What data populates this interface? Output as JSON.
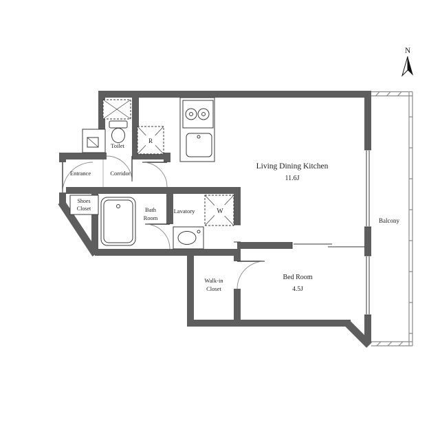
{
  "compass": {
    "north_label": "N"
  },
  "rooms": {
    "ldk": {
      "name": "Living Dining Kitchen",
      "size": "11.6J"
    },
    "bedroom": {
      "name": "Bed Room",
      "size": "4.5J"
    },
    "balcony": {
      "name": "Balcony"
    },
    "toilet": {
      "name": "Toilet"
    },
    "entrance": {
      "name": "Entrance"
    },
    "corridor": {
      "name": "Corridor"
    },
    "shoes_closet": {
      "name_line1": "Shoes",
      "name_line2": "Closet"
    },
    "bath_room": {
      "name_line1": "Bath",
      "name_line2": "Room"
    },
    "lavatory": {
      "name": "Lavatory"
    },
    "walk_in_closet": {
      "name_line1": "Walk-in",
      "name_line2": "Closet"
    }
  },
  "appliances": {
    "refrigerator_label": "R",
    "washer_label": "W"
  },
  "colors": {
    "wall": "#5e5e5e",
    "fixture_line": "#3a3a3a",
    "balcony_line": "#8a8a8a",
    "text": "#1c1c1c"
  }
}
